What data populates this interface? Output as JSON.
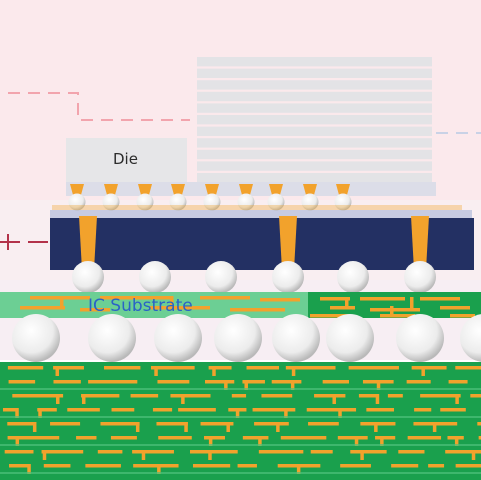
{
  "labels": {
    "die": "Die",
    "substrate": "IC Substrate"
  },
  "colors": {
    "background_top": "#fbe9ec",
    "background_mid": "#f9f0f2",
    "die_fill": "#e8e8ea",
    "hbm_layer": "#e2e2e5",
    "interposer": "#233063",
    "copper": "#f2a22c",
    "solder_ball": "#f0f0f0",
    "pcb_green": "#1aa04d",
    "substrate_green": "#6ccf94",
    "dashed_line": "#f2a4ad",
    "substrate_text": "#2a63c6"
  },
  "icons": {
    "solder-bump": "circle",
    "through-via": "trapezoid"
  }
}
